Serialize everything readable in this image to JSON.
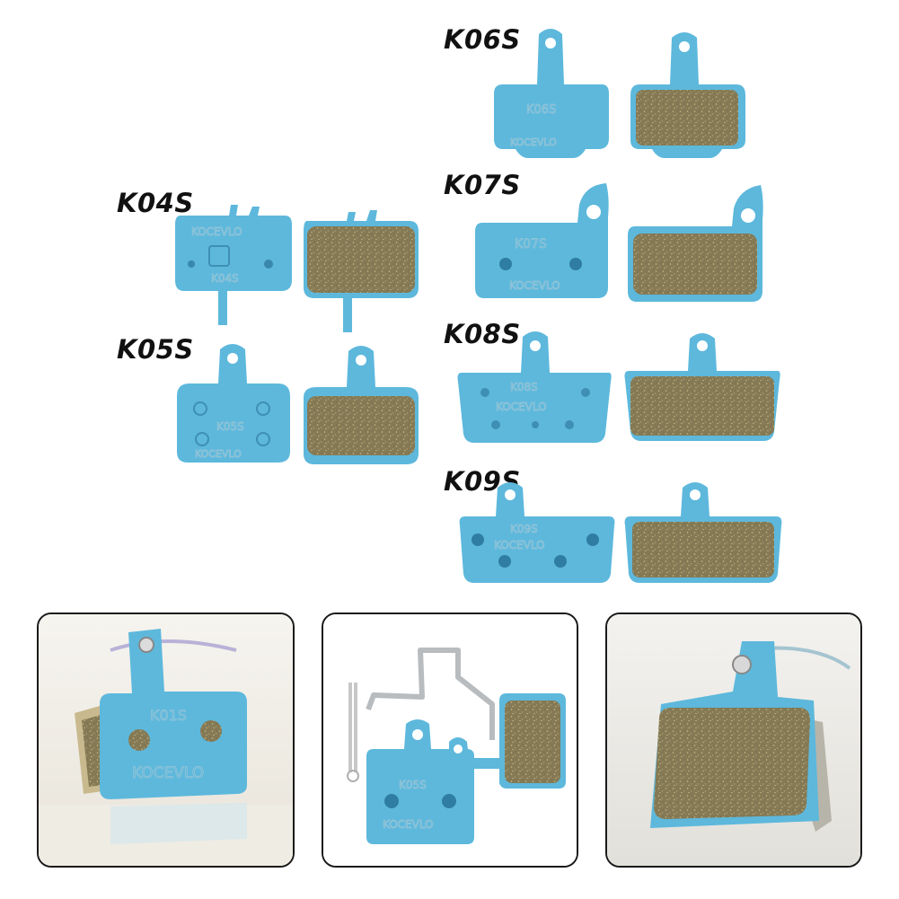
{
  "models": [
    {
      "code": "K04S",
      "engraving": "K04S",
      "brand": "KOCEVLO"
    },
    {
      "code": "K05S",
      "engraving": "K05S",
      "brand": "KOCEVLO"
    },
    {
      "code": "K06S",
      "engraving": "K06S",
      "brand": "KOCEVLO"
    },
    {
      "code": "K07S",
      "engraving": "K07S",
      "brand": "KOCEVLO"
    },
    {
      "code": "K08S",
      "engraving": "K08S",
      "brand": "KOCEVLO"
    },
    {
      "code": "K09S",
      "engraving": "K09S",
      "brand": "KOCEVLO"
    }
  ],
  "photos": [
    {
      "engraving": "K01S",
      "brand": "KOCEVLO"
    },
    {
      "engraving": "K05S",
      "brand": "KOCEVLO"
    },
    {
      "engraving": "",
      "brand": ""
    }
  ],
  "colors": {
    "pad_blue": "#5db8dc",
    "pad_blue_dark": "#3f9dc4",
    "friction": "#8a7f5a",
    "friction_light": "#b8aa78",
    "frame": "#1a1a1a"
  }
}
